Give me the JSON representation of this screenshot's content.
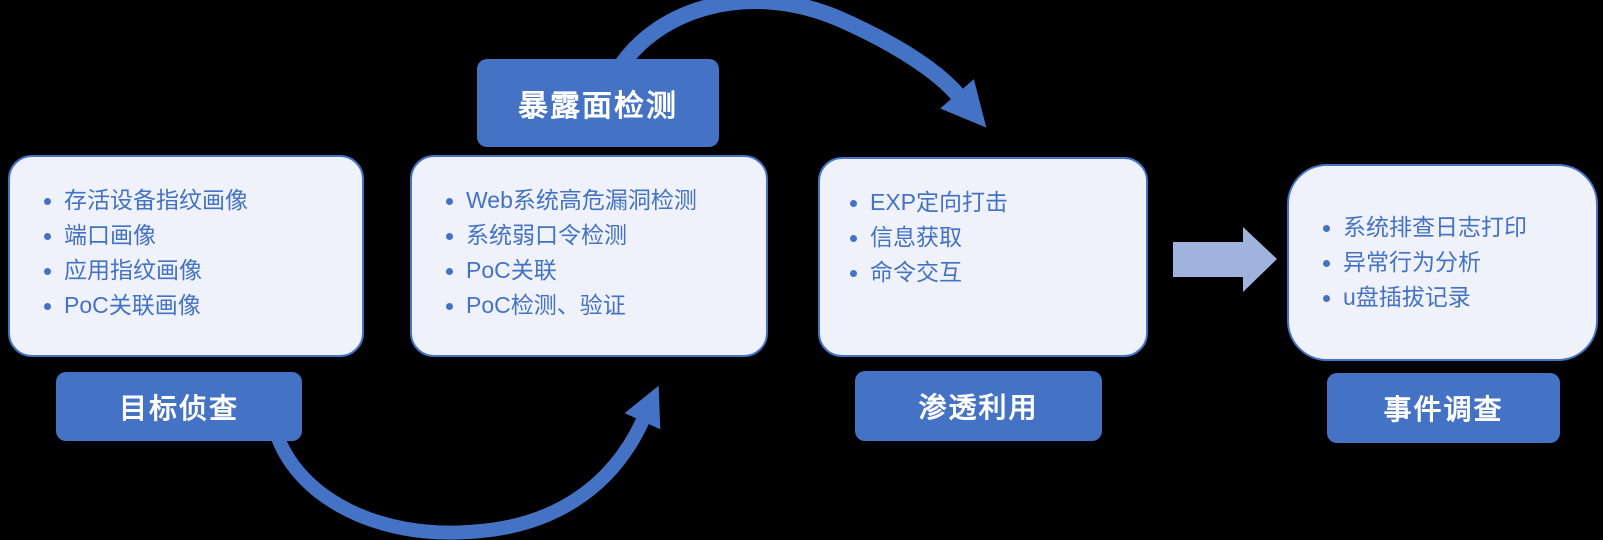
{
  "diagram": {
    "title_visible": false,
    "stages": [
      {
        "label": "目标侦查",
        "items": [
          "存活设备指纹画像",
          "端口画像",
          "应用指纹画像",
          "PoC关联画像"
        ]
      },
      {
        "label": "暴露面检测",
        "items": [
          "Web系统高危漏洞检测",
          "系统弱口令检测",
          "PoC关联",
          "PoC检测、验证"
        ]
      },
      {
        "label": "渗透利用",
        "items": [
          "EXP定向打击",
          "信息获取",
          "命令交互"
        ]
      },
      {
        "label": "事件调查",
        "items": [
          "系统排查日志打印",
          "异常行为分析",
          "u盘插拔记录"
        ]
      }
    ],
    "arrows": [
      "curved-arrow-top-right",
      "curved-arrow-bottom-right",
      "block-arrow-right"
    ],
    "colors": {
      "primary": "#4472C4",
      "card_fill": "#EFF2FB",
      "card_border": "#4472C4",
      "light_arrow": "#9FB3DC",
      "label_text": "#FFFFFF",
      "bullet_text": "#4472C4",
      "background": "#000000"
    }
  }
}
